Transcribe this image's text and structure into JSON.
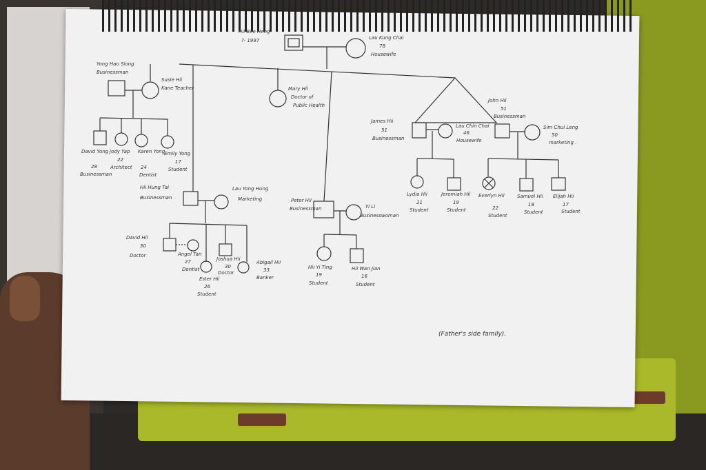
{
  "scene": {
    "description_note": "",
    "caption": "(Father's side family)."
  },
  "persons": {
    "p1": {
      "name": "Hii Bee Heng",
      "detail": "?- 1997"
    },
    "p2": {
      "name": "Lau Kung Chai",
      "detail": "78",
      "role": "Housewife"
    },
    "p3": {
      "name": "Yong Hao Siong",
      "role": "Businessman"
    },
    "p4": {
      "name": "Susie Hii",
      "role": "Kane Teacher"
    },
    "p5": {
      "name": "Mary Hii",
      "role": "Doctor of",
      "role2": "Public Health"
    },
    "p6": {
      "name": "John Hii",
      "detail": "51",
      "role": "Businessman"
    },
    "p7": {
      "name": "James Hii",
      "detail": "51",
      "role": "Businessman"
    },
    "p8": {
      "name": "Lau Chin Chai",
      "detail": "46",
      "role": "Housewife"
    },
    "p9": {
      "name": "Sim Chui Leng",
      "detail": "50",
      "role": "marketing ."
    },
    "p10": {
      "name": "David Yong",
      "detail": "28",
      "role": "Businessman"
    },
    "p11": {
      "name": "Jody Yap",
      "detail": "22",
      "role": "Architect"
    },
    "p12": {
      "name": "Karen Yong",
      "detail": "24",
      "role": "Dentist"
    },
    "p13": {
      "name": "Emily Yong",
      "detail": "17",
      "role": "Student"
    },
    "p14": {
      "name": "Hii Hung Tai",
      "role": "Businessman"
    },
    "p15": {
      "name": "Lau Yong Hung",
      "role": "Marketing"
    },
    "p16": {
      "name": "Peter Hii",
      "role": "Businessman"
    },
    "p17": {
      "name": "Yi Li",
      "role": "Businesswoman"
    },
    "p18": {
      "name": "Lydia Hii",
      "detail": "21",
      "role": "Student"
    },
    "p19": {
      "name": "Jeremiah Hii",
      "detail": "19",
      "role": "Student"
    },
    "p20": {
      "name": "Everlyn Hii",
      "detail": "22",
      "role": "Student"
    },
    "p21": {
      "name": "Samuel Hii",
      "detail": "18",
      "role": "Student"
    },
    "p22": {
      "name": "Elijah Hii",
      "detail": "17",
      "role": "Student"
    },
    "p23": {
      "name": "David Hii",
      "detail": "30",
      "role": "Doctor"
    },
    "p24": {
      "name": "Angel Tan",
      "detail": "27",
      "role": "Dentist"
    },
    "p25": {
      "name": "Ester Hii",
      "detail": "26",
      "role": "Student"
    },
    "p26": {
      "name": "Joshua Hii",
      "detail": "30",
      "role": "Doctor"
    },
    "p27": {
      "name": "Abigail Hii",
      "detail": "33",
      "role": "Banker"
    },
    "p28": {
      "name": "Hii Yi Ting",
      "detail": "19",
      "role": "Student"
    },
    "p29": {
      "name": "Hii Wan Jian",
      "detail": "16",
      "role": "Student"
    }
  }
}
